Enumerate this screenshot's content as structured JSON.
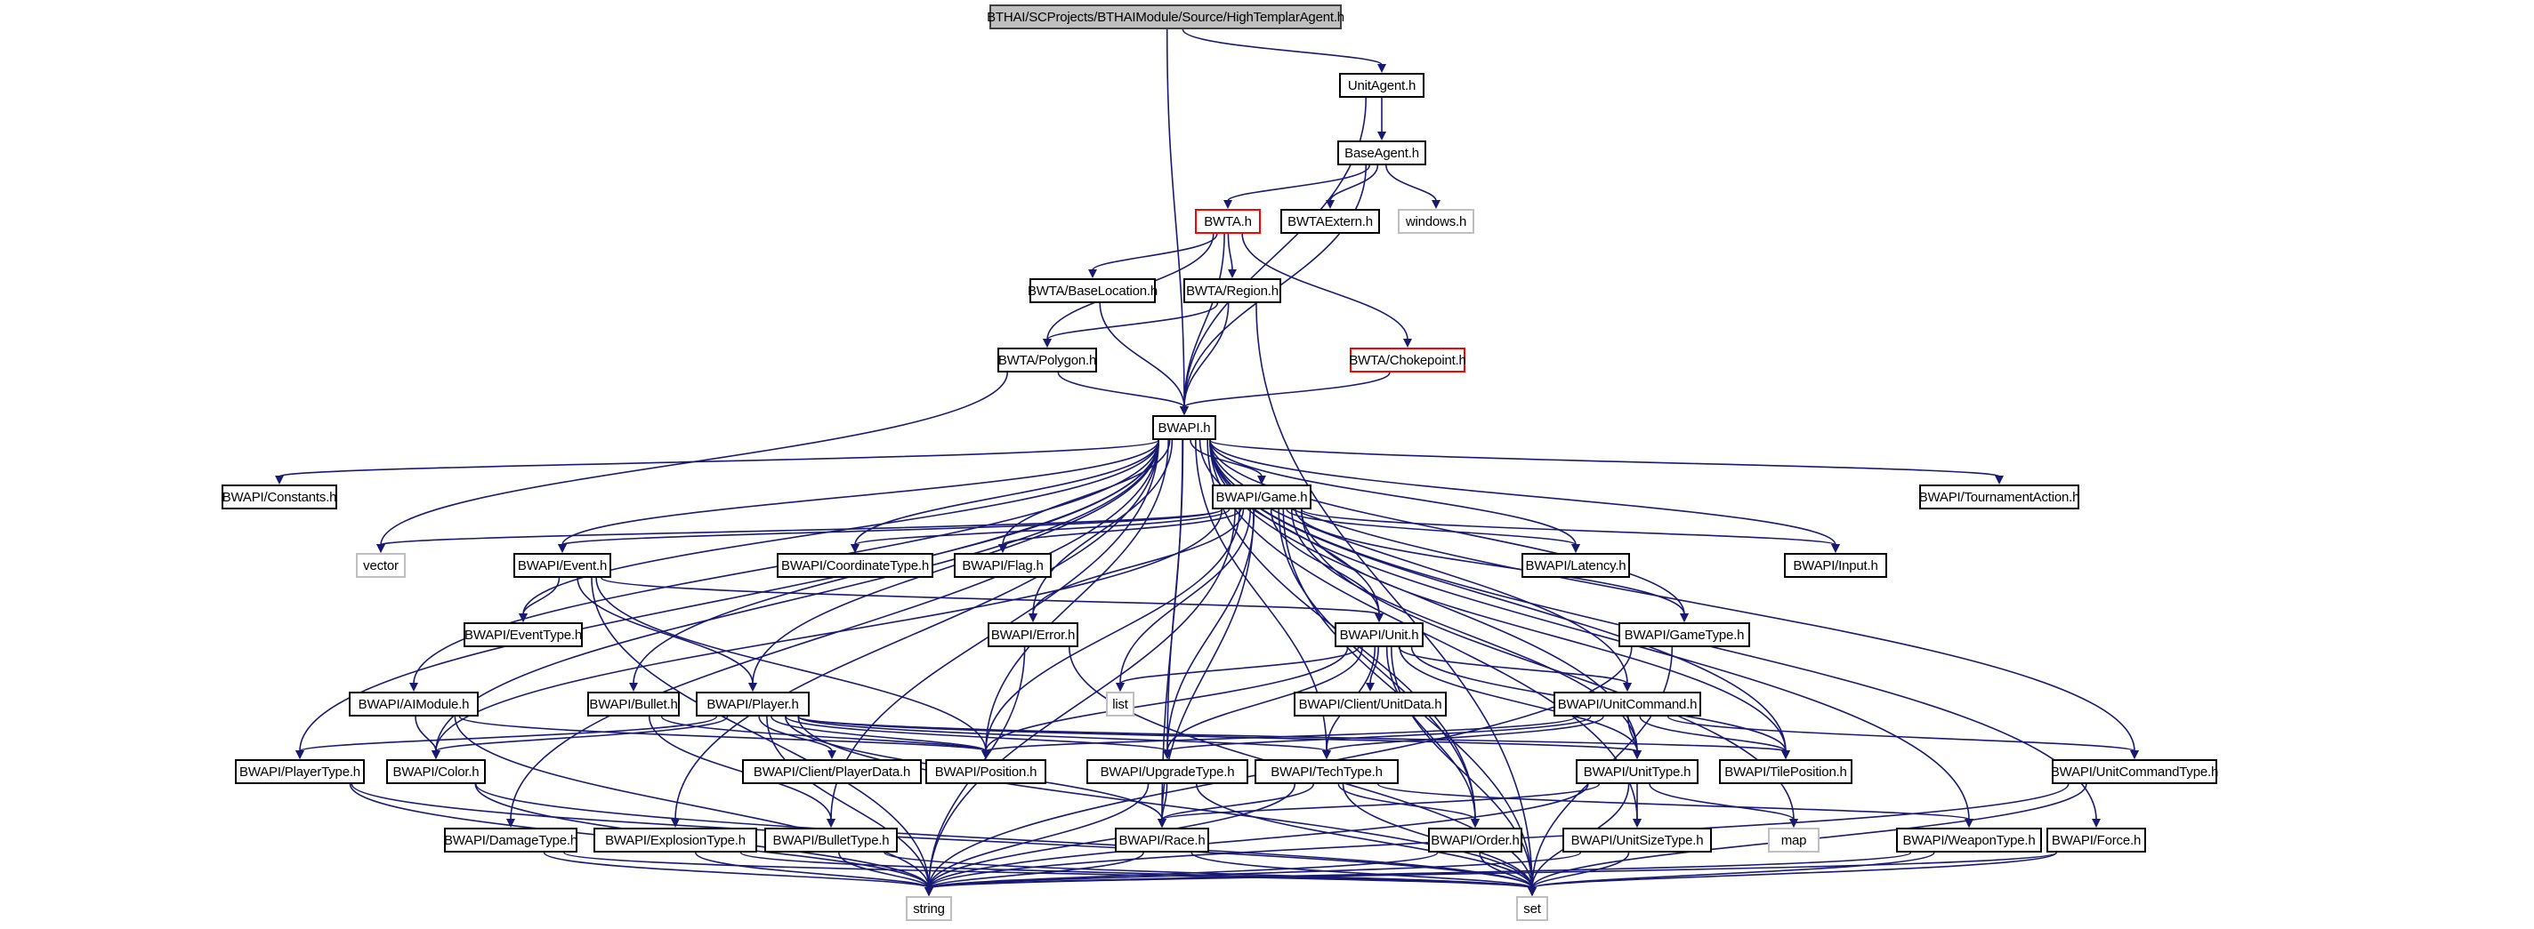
{
  "graph": {
    "title": "BTHAI/SCProjects/BTHAIModule/Source/HighTemplarAgent.h",
    "edge_color": "#191970",
    "node_styles": {
      "root_fill": "#bfbfbf",
      "missing_border": "#ff0000",
      "system_border": "#bfbfbf"
    },
    "nodes": [
      {
        "id": "root",
        "label": "BTHAI/SCProjects/BTHAIModule/Source/HighTemplarAgent.h",
        "kind": "root"
      },
      {
        "id": "unitagent",
        "label": "UnitAgent.h",
        "kind": "normal"
      },
      {
        "id": "baseagent",
        "label": "BaseAgent.h",
        "kind": "normal"
      },
      {
        "id": "bwta",
        "label": "BWTA.h",
        "kind": "red"
      },
      {
        "id": "bwtaextern",
        "label": "BWTAExtern.h",
        "kind": "normal"
      },
      {
        "id": "windows",
        "label": "windows.h",
        "kind": "sys"
      },
      {
        "id": "baseloc",
        "label": "BWTA/BaseLocation.h",
        "kind": "normal"
      },
      {
        "id": "region",
        "label": "BWTA/Region.h",
        "kind": "normal"
      },
      {
        "id": "polygon",
        "label": "BWTA/Polygon.h",
        "kind": "normal"
      },
      {
        "id": "choke",
        "label": "BWTA/Chokepoint.h",
        "kind": "red"
      },
      {
        "id": "bwapi",
        "label": "BWAPI.h",
        "kind": "normal"
      },
      {
        "id": "constants",
        "label": "BWAPI/Constants.h",
        "kind": "normal"
      },
      {
        "id": "game",
        "label": "BWAPI/Game.h",
        "kind": "normal"
      },
      {
        "id": "tournament",
        "label": "BWAPI/TournamentAction.h",
        "kind": "normal"
      },
      {
        "id": "vector",
        "label": "vector",
        "kind": "sys"
      },
      {
        "id": "event",
        "label": "BWAPI/Event.h",
        "kind": "normal"
      },
      {
        "id": "coordtype",
        "label": "BWAPI/CoordinateType.h",
        "kind": "normal"
      },
      {
        "id": "flag",
        "label": "BWAPI/Flag.h",
        "kind": "normal"
      },
      {
        "id": "latency",
        "label": "BWAPI/Latency.h",
        "kind": "normal"
      },
      {
        "id": "input",
        "label": "BWAPI/Input.h",
        "kind": "normal"
      },
      {
        "id": "eventtype",
        "label": "BWAPI/EventType.h",
        "kind": "normal"
      },
      {
        "id": "error",
        "label": "BWAPI/Error.h",
        "kind": "normal"
      },
      {
        "id": "unit",
        "label": "BWAPI/Unit.h",
        "kind": "normal"
      },
      {
        "id": "gametype",
        "label": "BWAPI/GameType.h",
        "kind": "normal"
      },
      {
        "id": "aimodule",
        "label": "BWAPI/AIModule.h",
        "kind": "normal"
      },
      {
        "id": "bullet",
        "label": "BWAPI/Bullet.h",
        "kind": "normal"
      },
      {
        "id": "player",
        "label": "BWAPI/Player.h",
        "kind": "normal"
      },
      {
        "id": "list",
        "label": "list",
        "kind": "sys"
      },
      {
        "id": "unitdata",
        "label": "BWAPI/Client/UnitData.h",
        "kind": "normal"
      },
      {
        "id": "unitcommand",
        "label": "BWAPI/UnitCommand.h",
        "kind": "normal"
      },
      {
        "id": "playertype",
        "label": "BWAPI/PlayerType.h",
        "kind": "normal"
      },
      {
        "id": "color",
        "label": "BWAPI/Color.h",
        "kind": "normal"
      },
      {
        "id": "playerdata",
        "label": "BWAPI/Client/PlayerData.h",
        "kind": "normal"
      },
      {
        "id": "position",
        "label": "BWAPI/Position.h",
        "kind": "normal"
      },
      {
        "id": "upgradetype",
        "label": "BWAPI/UpgradeType.h",
        "kind": "normal"
      },
      {
        "id": "techtype",
        "label": "BWAPI/TechType.h",
        "kind": "normal"
      },
      {
        "id": "unittype",
        "label": "BWAPI/UnitType.h",
        "kind": "normal"
      },
      {
        "id": "tileposition",
        "label": "BWAPI/TilePosition.h",
        "kind": "normal"
      },
      {
        "id": "unitcommandtype",
        "label": "BWAPI/UnitCommandType.h",
        "kind": "normal"
      },
      {
        "id": "damagetype",
        "label": "BWAPI/DamageType.h",
        "kind": "normal"
      },
      {
        "id": "explosiontype",
        "label": "BWAPI/ExplosionType.h",
        "kind": "normal"
      },
      {
        "id": "bullettype",
        "label": "BWAPI/BulletType.h",
        "kind": "normal"
      },
      {
        "id": "race",
        "label": "BWAPI/Race.h",
        "kind": "normal"
      },
      {
        "id": "order",
        "label": "BWAPI/Order.h",
        "kind": "normal"
      },
      {
        "id": "unitsizetype",
        "label": "BWAPI/UnitSizeType.h",
        "kind": "normal"
      },
      {
        "id": "map",
        "label": "map",
        "kind": "sys"
      },
      {
        "id": "weapontype",
        "label": "BWAPI/WeaponType.h",
        "kind": "normal"
      },
      {
        "id": "force",
        "label": "BWAPI/Force.h",
        "kind": "normal"
      },
      {
        "id": "string",
        "label": "string",
        "kind": "sys"
      },
      {
        "id": "set",
        "label": "set",
        "kind": "sys"
      }
    ],
    "edges": [
      [
        "root",
        "unitagent"
      ],
      [
        "root",
        "bwapi"
      ],
      [
        "unitagent",
        "baseagent"
      ],
      [
        "unitagent",
        "bwapi"
      ],
      [
        "baseagent",
        "bwta"
      ],
      [
        "baseagent",
        "bwtaextern"
      ],
      [
        "baseagent",
        "windows"
      ],
      [
        "baseagent",
        "bwapi"
      ],
      [
        "bwta",
        "baseloc"
      ],
      [
        "bwta",
        "region"
      ],
      [
        "bwta",
        "polygon"
      ],
      [
        "bwta",
        "choke"
      ],
      [
        "bwta",
        "bwapi"
      ],
      [
        "baseloc",
        "bwapi"
      ],
      [
        "region",
        "polygon"
      ],
      [
        "region",
        "bwapi"
      ],
      [
        "region",
        "set"
      ],
      [
        "polygon",
        "bwapi"
      ],
      [
        "polygon",
        "vector"
      ],
      [
        "choke",
        "bwapi"
      ],
      [
        "bwapi",
        "constants"
      ],
      [
        "bwapi",
        "game"
      ],
      [
        "bwapi",
        "tournament"
      ],
      [
        "bwapi",
        "event"
      ],
      [
        "bwapi",
        "coordtype"
      ],
      [
        "bwapi",
        "flag"
      ],
      [
        "bwapi",
        "latency"
      ],
      [
        "bwapi",
        "input"
      ],
      [
        "bwapi",
        "eventtype"
      ],
      [
        "bwapi",
        "error"
      ],
      [
        "bwapi",
        "unit"
      ],
      [
        "bwapi",
        "gametype"
      ],
      [
        "bwapi",
        "aimodule"
      ],
      [
        "bwapi",
        "bullet"
      ],
      [
        "bwapi",
        "player"
      ],
      [
        "bwapi",
        "unitcommand"
      ],
      [
        "bwapi",
        "playertype"
      ],
      [
        "bwapi",
        "color"
      ],
      [
        "bwapi",
        "position"
      ],
      [
        "bwapi",
        "upgradetype"
      ],
      [
        "bwapi",
        "techtype"
      ],
      [
        "bwapi",
        "unittype"
      ],
      [
        "bwapi",
        "tileposition"
      ],
      [
        "bwapi",
        "unitcommandtype"
      ],
      [
        "bwapi",
        "damagetype"
      ],
      [
        "bwapi",
        "explosiontype"
      ],
      [
        "bwapi",
        "bullettype"
      ],
      [
        "bwapi",
        "race"
      ],
      [
        "bwapi",
        "order"
      ],
      [
        "bwapi",
        "unitsizetype"
      ],
      [
        "bwapi",
        "weapontype"
      ],
      [
        "bwapi",
        "force"
      ],
      [
        "game",
        "vector"
      ],
      [
        "game",
        "event"
      ],
      [
        "game",
        "coordtype"
      ],
      [
        "game",
        "flag"
      ],
      [
        "game",
        "latency"
      ],
      [
        "game",
        "input"
      ],
      [
        "game",
        "error"
      ],
      [
        "game",
        "unit"
      ],
      [
        "game",
        "gametype"
      ],
      [
        "game",
        "list"
      ],
      [
        "game",
        "race"
      ],
      [
        "game",
        "order"
      ],
      [
        "game",
        "tileposition"
      ],
      [
        "game",
        "unittype"
      ],
      [
        "game",
        "upgradetype"
      ],
      [
        "game",
        "color"
      ],
      [
        "game",
        "position"
      ],
      [
        "game",
        "map"
      ],
      [
        "game",
        "set"
      ],
      [
        "game",
        "string"
      ],
      [
        "event",
        "eventtype"
      ],
      [
        "event",
        "player"
      ],
      [
        "event",
        "position"
      ],
      [
        "event",
        "unit"
      ],
      [
        "event",
        "string"
      ],
      [
        "error",
        "string"
      ],
      [
        "error",
        "set"
      ],
      [
        "unit",
        "list"
      ],
      [
        "unit",
        "unitdata"
      ],
      [
        "unit",
        "unitcommand"
      ],
      [
        "unit",
        "order"
      ],
      [
        "unit",
        "techtype"
      ],
      [
        "unit",
        "upgradetype"
      ],
      [
        "unit",
        "unittype"
      ],
      [
        "unit",
        "position"
      ],
      [
        "unit",
        "tileposition"
      ],
      [
        "unit",
        "set"
      ],
      [
        "gametype",
        "string"
      ],
      [
        "gametype",
        "set"
      ],
      [
        "aimodule",
        "color"
      ],
      [
        "aimodule",
        "position"
      ],
      [
        "aimodule",
        "string"
      ],
      [
        "bullet",
        "bullettype"
      ],
      [
        "bullet",
        "position"
      ],
      [
        "player",
        "playertype"
      ],
      [
        "player",
        "color"
      ],
      [
        "player",
        "playerdata"
      ],
      [
        "player",
        "position"
      ],
      [
        "player",
        "upgradetype"
      ],
      [
        "player",
        "techtype"
      ],
      [
        "player",
        "unittype"
      ],
      [
        "player",
        "race"
      ],
      [
        "player",
        "tileposition"
      ],
      [
        "player",
        "string"
      ],
      [
        "player",
        "set"
      ],
      [
        "unitcommand",
        "unitcommandtype"
      ],
      [
        "unitcommand",
        "unittype"
      ],
      [
        "unitcommand",
        "tileposition"
      ],
      [
        "unitcommand",
        "techtype"
      ],
      [
        "unitcommand",
        "upgradetype"
      ],
      [
        "unitcommand",
        "position"
      ],
      [
        "playertype",
        "string"
      ],
      [
        "playertype",
        "set"
      ],
      [
        "color",
        "string"
      ],
      [
        "color",
        "set"
      ],
      [
        "upgradetype",
        "race"
      ],
      [
        "upgradetype",
        "string"
      ],
      [
        "upgradetype",
        "set"
      ],
      [
        "techtype",
        "race"
      ],
      [
        "techtype",
        "order"
      ],
      [
        "techtype",
        "string"
      ],
      [
        "techtype",
        "set"
      ],
      [
        "techtype",
        "weapontype"
      ],
      [
        "unittype",
        "race"
      ],
      [
        "unittype",
        "unitsizetype"
      ],
      [
        "unittype",
        "map"
      ],
      [
        "unittype",
        "string"
      ],
      [
        "unittype",
        "set"
      ],
      [
        "unitcommandtype",
        "string"
      ],
      [
        "unitcommandtype",
        "set"
      ],
      [
        "damagetype",
        "string"
      ],
      [
        "damagetype",
        "set"
      ],
      [
        "explosiontype",
        "string"
      ],
      [
        "explosiontype",
        "set"
      ],
      [
        "bullettype",
        "string"
      ],
      [
        "bullettype",
        "set"
      ],
      [
        "race",
        "string"
      ],
      [
        "race",
        "set"
      ],
      [
        "order",
        "string"
      ],
      [
        "order",
        "set"
      ],
      [
        "unitsizetype",
        "string"
      ],
      [
        "unitsizetype",
        "set"
      ],
      [
        "weapontype",
        "string"
      ],
      [
        "weapontype",
        "set"
      ],
      [
        "force",
        "string"
      ],
      [
        "force",
        "set"
      ]
    ]
  }
}
